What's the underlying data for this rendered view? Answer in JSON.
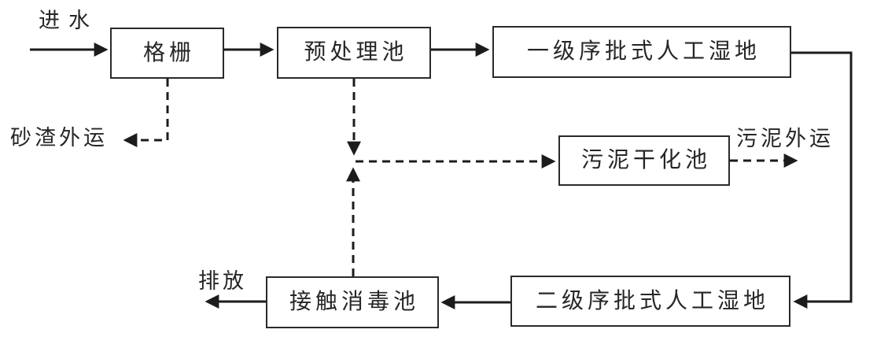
{
  "diagram": {
    "type": "flowchart",
    "nodes": {
      "grille": {
        "label": "格栅"
      },
      "pretreatment": {
        "label": "预处理池"
      },
      "wetland1": {
        "label": "一级序批式人工湿地"
      },
      "sludge_drying": {
        "label": "污泥干化池"
      },
      "wetland2": {
        "label": "二级序批式人工湿地"
      },
      "disinfection": {
        "label": "接触消毒池"
      }
    },
    "labels": {
      "inlet": "进水",
      "sand_out": "砂渣外运",
      "sludge_out": "污泥外运",
      "discharge": "排放"
    },
    "edges": [
      {
        "from": "进水",
        "to": "格栅",
        "style": "solid"
      },
      {
        "from": "格栅",
        "to": "预处理池",
        "style": "solid"
      },
      {
        "from": "预处理池",
        "to": "一级序批式人工湿地",
        "style": "solid"
      },
      {
        "from": "一级序批式人工湿地",
        "to": "二级序批式人工湿地",
        "style": "solid"
      },
      {
        "from": "二级序批式人工湿地",
        "to": "接触消毒池",
        "style": "solid"
      },
      {
        "from": "接触消毒池",
        "to": "排放",
        "style": "solid"
      },
      {
        "from": "格栅",
        "to": "砂渣外运",
        "style": "dashed"
      },
      {
        "from": "预处理池",
        "to": "污泥干化池",
        "style": "dashed"
      },
      {
        "from": "接触消毒池",
        "to": "污泥干化池",
        "style": "dashed"
      },
      {
        "from": "污泥干化池",
        "to": "污泥外运",
        "style": "dashed"
      }
    ],
    "colors": {
      "line": "#1c1c1c",
      "text": "#262626",
      "background": "#ffffff"
    }
  }
}
